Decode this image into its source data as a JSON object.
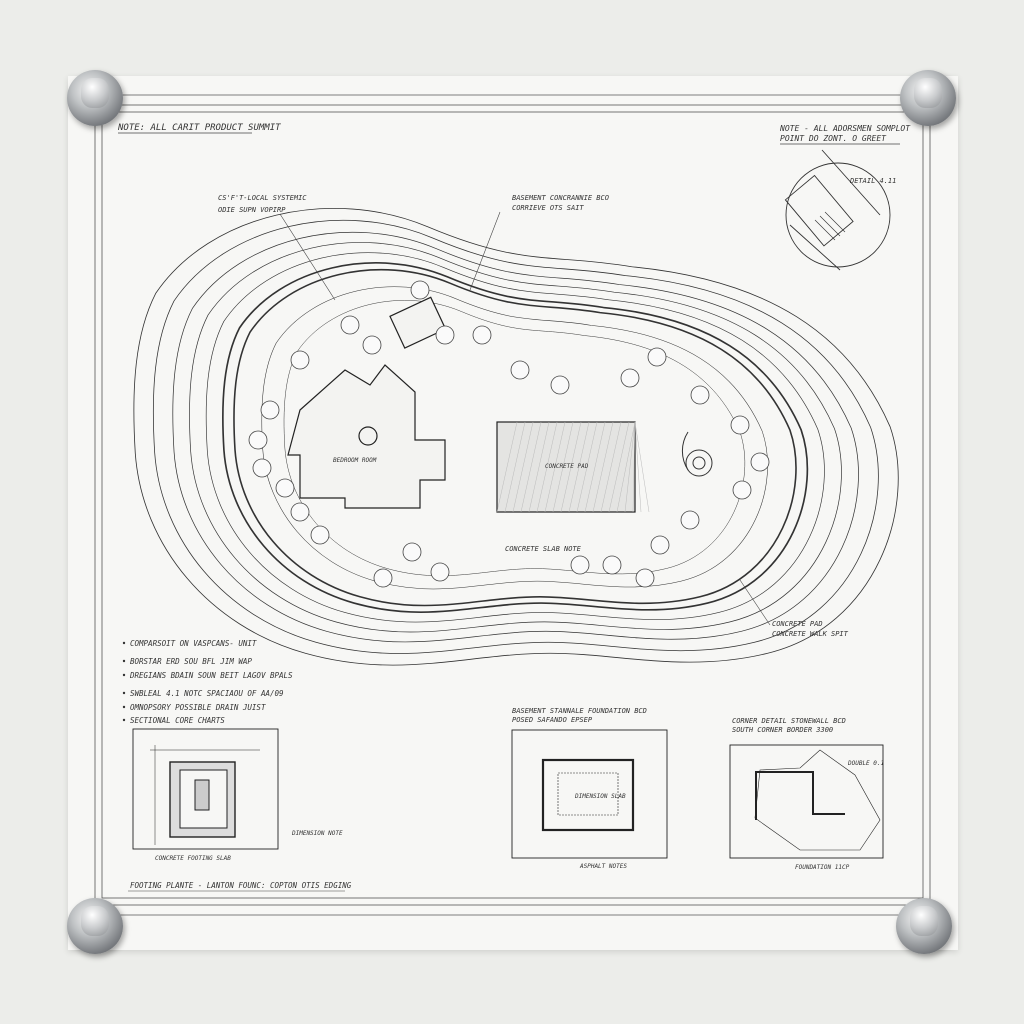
{
  "notes": {
    "top_left": "NOTE: ALL CARIT PRODUCT SUMMIT",
    "top_right_1": "NOTE - ALL ADORSMEN SOMPLOT",
    "top_right_2": "POINT DO ZONT. O GREET",
    "detail_callout": "DETAIL 4.11"
  },
  "plan_labels": {
    "l1a": "CS'F'T-LOCAL SYSTEMIC",
    "l1b": "ODIE SUPN VOPIRP",
    "l2a": "BASEMENT CONCRANNIE BCO",
    "l2b": "CORRIEVE OTS SAIT",
    "house": "BEDROOM ROOM",
    "court": "CONCRETE PAD",
    "bottom": "CONCRETE SLAB NOTE",
    "right": "CONCRETE PAD",
    "right2": "CONCRETE WALK SPIT"
  },
  "legend": [
    "COMPARSOIT ON VASPCANS- UNIT",
    "BORSTAR ERD SOU BFL JIM WAP",
    "DREGIANS BDAIN SOUN BEIT LAGOV BPALS",
    "SWBLEAL 4.1 NOTC SPACIAOU OF AA/09",
    "OMNOPSORY POSSIBLE DRAIN JUIST",
    "SECTIONAL CORE CHARTS"
  ],
  "footer_note": "FOOTING PLANTE - LANTON FOUNC: COPTON OTIS EDGING",
  "details": [
    {
      "title_1": "",
      "title_2": "",
      "label": "CONCRETE FOOTING SLAB",
      "callout": "DIMENSION NOTE"
    },
    {
      "title_1": "BASEMENT STANNALE FOUNDATION BCD",
      "title_2": "POSED SAFANDO EPSEP",
      "label": "ASPHALT NOTES",
      "callout": "DIMENSION SLAB"
    },
    {
      "title_1": "CORNER DETAIL STONEWALL BCD",
      "title_2": "SOUTH CORNER BORDER 3300",
      "label": "DOUBLE 0.1",
      "callout": "FOUNDATION 11CP"
    }
  ],
  "colors": {
    "ink": "#2b2b2b",
    "paper": "#f7f7f5",
    "wall": "#ecedea"
  }
}
